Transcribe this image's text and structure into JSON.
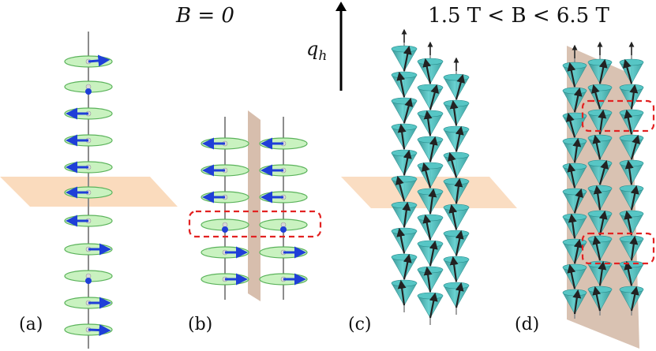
{
  "labels": {
    "b_zero": "B = 0",
    "b_range": "1.5 T < B < 6.5 T",
    "q_axis_main": "q",
    "q_axis_sub": "h"
  },
  "panels": [
    "(a)",
    "(b)",
    "(c)",
    "(d)"
  ],
  "colors": {
    "disk_fill": "#c9f2c0",
    "disk_stroke": "#5bb35b",
    "spin_arrow": "#1f3fd8",
    "cone": "#3fb5b5",
    "cone_dark": "#2a8e8e",
    "cone_arrow": "#222222",
    "horizontal_plane": "#f7c79a",
    "vertical_plane": "#c9a892",
    "dashed_box": "#e22222",
    "rod": "#8c8c8c"
  }
}
